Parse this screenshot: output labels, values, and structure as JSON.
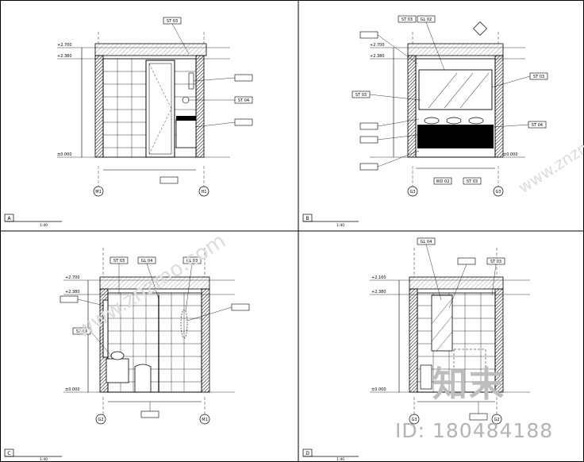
{
  "panels": [
    {
      "key": "A",
      "grid_left": "M1",
      "grid_right": "H1",
      "level_top": "+2.700",
      "level_ceiling": "+2.380",
      "level_floor": "±0.000",
      "labels": [
        "ST 03",
        "ST 04"
      ]
    },
    {
      "key": "B",
      "grid_left": "G3",
      "grid_right": "G3",
      "level_top": "+2.700",
      "level_ceiling": "+2.380",
      "level_floor": "±0.000",
      "labels": [
        "ST 03",
        "GL 02",
        "ST 03",
        "ST 03",
        "ST 04",
        "WD 02",
        "ST 03"
      ]
    },
    {
      "key": "C",
      "grid_left": "G2",
      "grid_right": "M1",
      "level_top": "+2.700",
      "level_ceiling": "+2.380",
      "level_floor": "±0.000",
      "labels": [
        "ST 03",
        "GL 04",
        "GL 03",
        "ST 04"
      ]
    },
    {
      "key": "D",
      "grid_left": "G3",
      "grid_right": "G2",
      "level_top": "+2.100",
      "level_ceiling": "+2.380",
      "level_floor": "±0.000",
      "labels": [
        "GL 04",
        "ST 03"
      ]
    }
  ],
  "titles": [
    {
      "badge": "A",
      "scale": "1:40"
    },
    {
      "badge": "B",
      "scale": "1:40"
    },
    {
      "badge": "C",
      "scale": "1:40"
    },
    {
      "badge": "D",
      "scale": "1:40"
    }
  ],
  "watermark": {
    "url": "www.znzmo.com",
    "brand": "知末",
    "id": "ID: 180484188"
  }
}
